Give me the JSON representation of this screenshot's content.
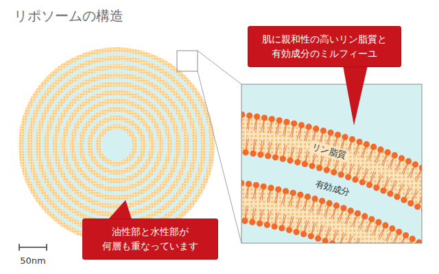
{
  "diagram": {
    "title": "リポソームの構造",
    "nodes": [
      {
        "text": [
          "肌に親和性の高いリン脂質と 有効成分のミルフィーユ"
        ]
      },
      {
        "text": [
          "油性部と水性部が 何層も重なっています"
        ]
      }
    ],
    "labels": [
      "リン脂質",
      "有効成分",
      "50nm"
    ]
  }
}
